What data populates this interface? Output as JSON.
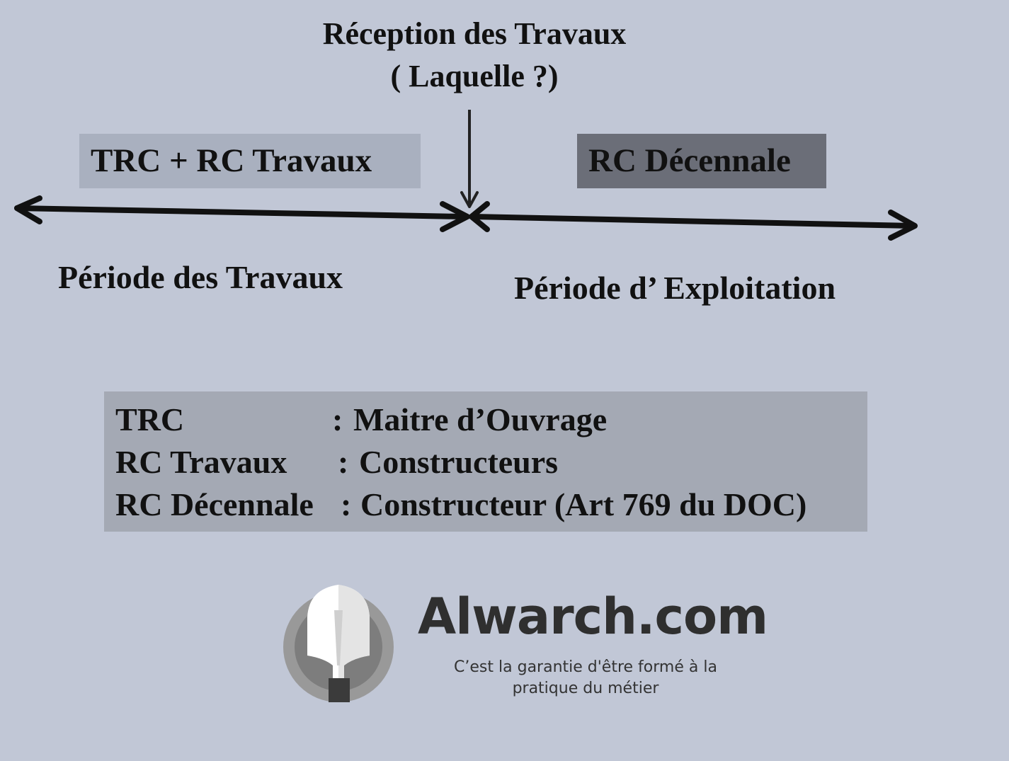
{
  "colors": {
    "background": "#c1c7d6",
    "box_left": "#a9b0bf",
    "box_right": "#6b6e78",
    "legend_box": "#a4a9b4",
    "line": "#111111",
    "brand_text": "#2f2f2f"
  },
  "header": {
    "reception_line1": "Réception des Travaux",
    "reception_line2": "( Laquelle ?)"
  },
  "boxes": {
    "left_label": "TRC + RC Travaux",
    "right_label": "RC Décennale"
  },
  "periods": {
    "left": "Période des Travaux",
    "right": "Période d’ Exploitation"
  },
  "legend": {
    "rows": [
      {
        "role": "TRC",
        "separator": ":",
        "holder": "Maitre d’Ouvrage"
      },
      {
        "role": "RC Travaux",
        "separator": ":",
        "holder": "Constructeurs"
      },
      {
        "role": "RC Décennale",
        "separator": ":",
        "holder": "Constructeur (Art 769 du DOC)"
      }
    ]
  },
  "brand": {
    "name": "Alwarch.com",
    "tagline_line1": "C’est la garantie d'être formé à la",
    "tagline_line2": "pratique du métier",
    "logo_icon": "shovel-icon"
  }
}
